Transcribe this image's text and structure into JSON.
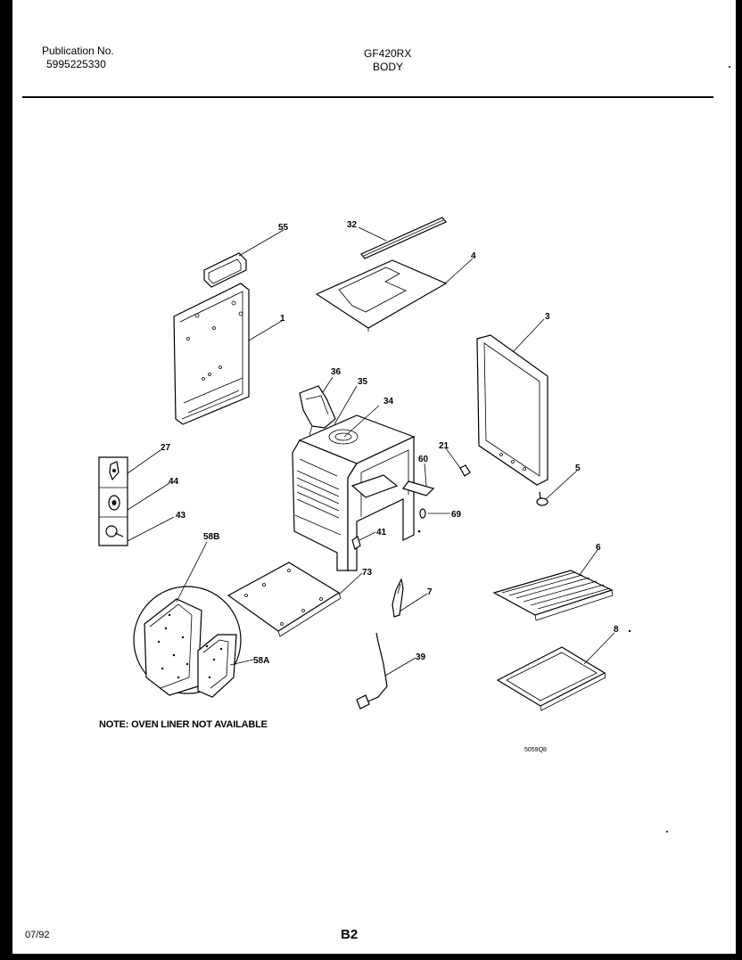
{
  "header": {
    "publication_label": "Publication No.",
    "publication_number": "5995225330",
    "model": "GF420RX",
    "section": "BODY"
  },
  "callouts": {
    "c55": "55",
    "c32": "32",
    "c4": "4",
    "c1": "1",
    "c3": "3",
    "c36": "36",
    "c35": "35",
    "c34": "34",
    "c27": "27",
    "c44": "44",
    "c43": "43",
    "c21": "21",
    "c60": "60",
    "c5": "5",
    "c69": "69",
    "c41": "41",
    "c58b": "58B",
    "c73": "73",
    "c6": "6",
    "c7": "7",
    "c8": "8",
    "c39": "39",
    "c58a": "58A"
  },
  "note": "NOTE: OVEN LINER NOT AVAILABLE",
  "diagram_code": "5059Q8",
  "footer": {
    "date": "07/92",
    "page": "B2"
  }
}
